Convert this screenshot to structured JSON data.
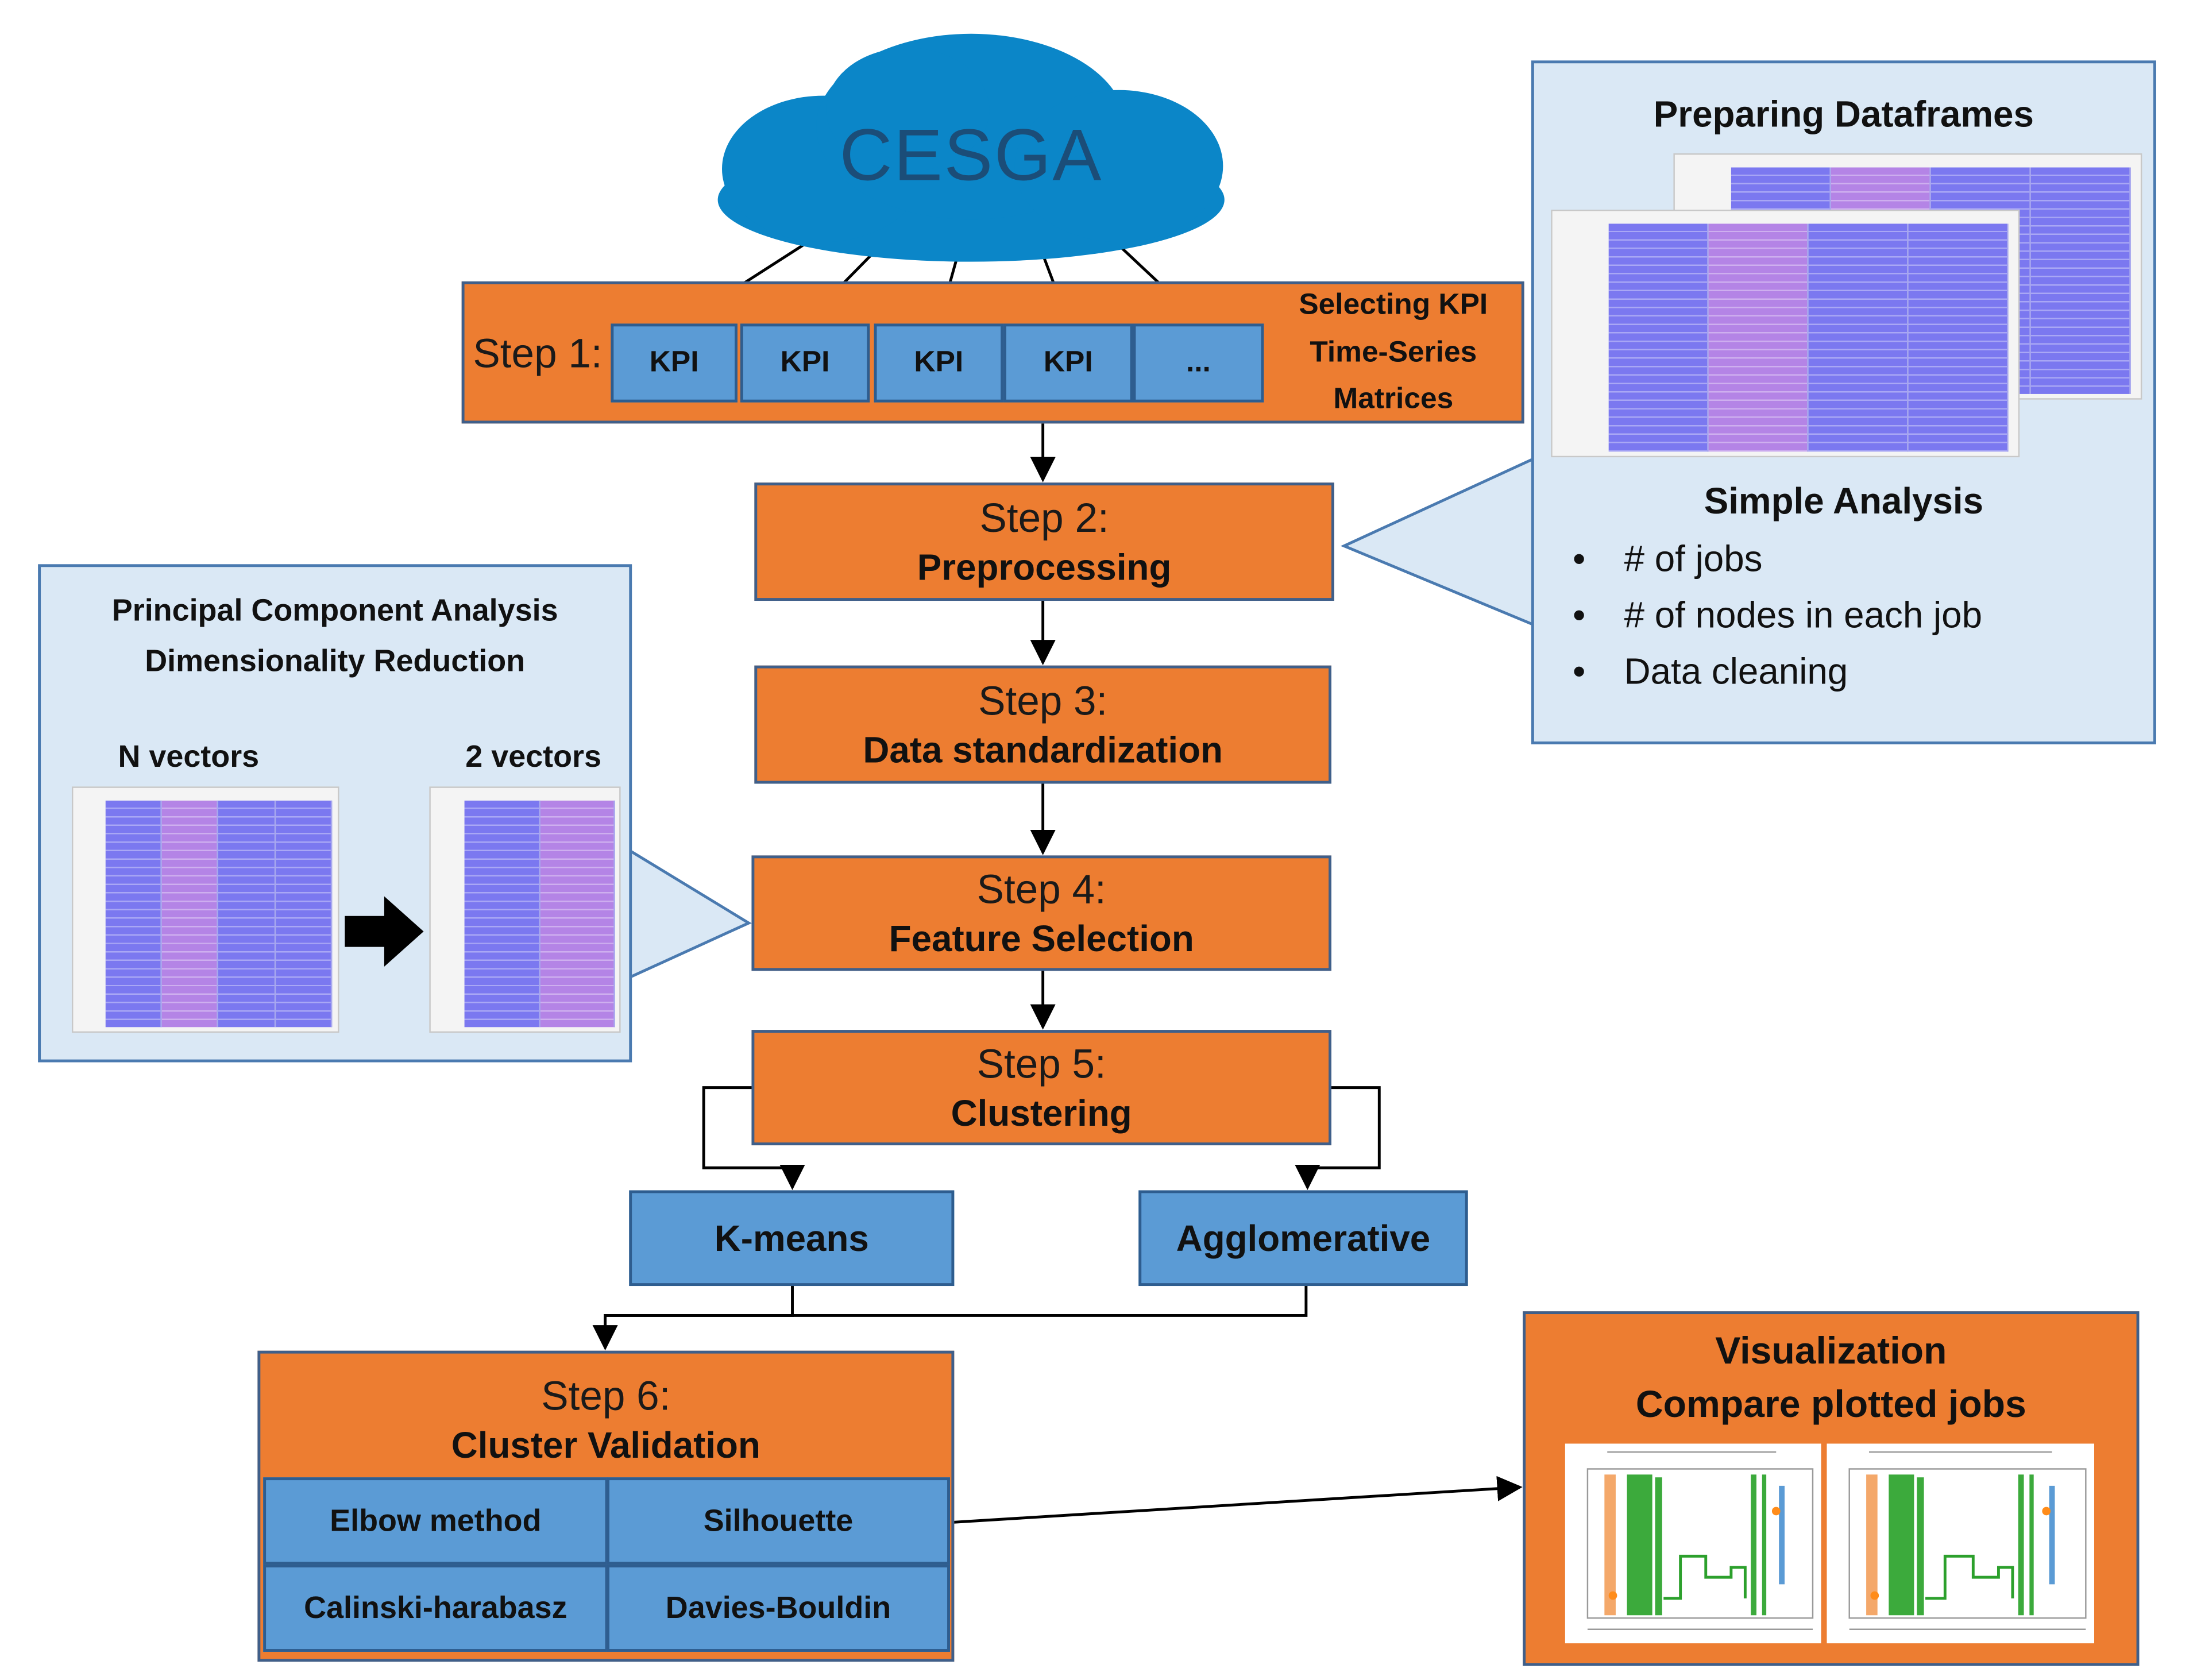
{
  "cloud": {
    "logo_text": "CESGA"
  },
  "step1": {
    "label": "Step 1:",
    "kpi_boxes": [
      "KPI",
      "KPI",
      "KPI",
      "KPI",
      "..."
    ],
    "side_text": [
      "Selecting KPI",
      "Time-Series",
      "Matrices"
    ]
  },
  "steps": [
    {
      "title": "Step 2:",
      "subtitle": "Preprocessing"
    },
    {
      "title": "Step 3:",
      "subtitle": "Data standardization"
    },
    {
      "title": "Step 4:",
      "subtitle": "Feature Selection"
    },
    {
      "title": "Step 5:",
      "subtitle": "Clustering"
    }
  ],
  "preparing_panel": {
    "title": "Preparing Dataframes",
    "analysis_title": "Simple Analysis",
    "bullets": [
      "# of jobs",
      "# of nodes in each job",
      "Data cleaning"
    ]
  },
  "pca_panel": {
    "title_line1": "Principal Component Analysis",
    "title_line2": "Dimensionality Reduction",
    "left_label": "N vectors",
    "right_label": "2 vectors"
  },
  "clustering_methods": [
    "K-means",
    "Agglomerative"
  ],
  "step6": {
    "title": "Step 6:",
    "subtitle": "Cluster Validation",
    "metrics": [
      "Elbow method",
      "Silhouette",
      "Calinski-harabasz",
      "Davies-Bouldin"
    ]
  },
  "visualization": {
    "title_line1": "Visualization",
    "title_line2": "Compare plotted jobs"
  },
  "colors": {
    "step_fill": "#ed7d31",
    "box_fill": "#5b9bd5",
    "panel_fill": "#dae8f5",
    "cloud": "#0b86c8"
  }
}
